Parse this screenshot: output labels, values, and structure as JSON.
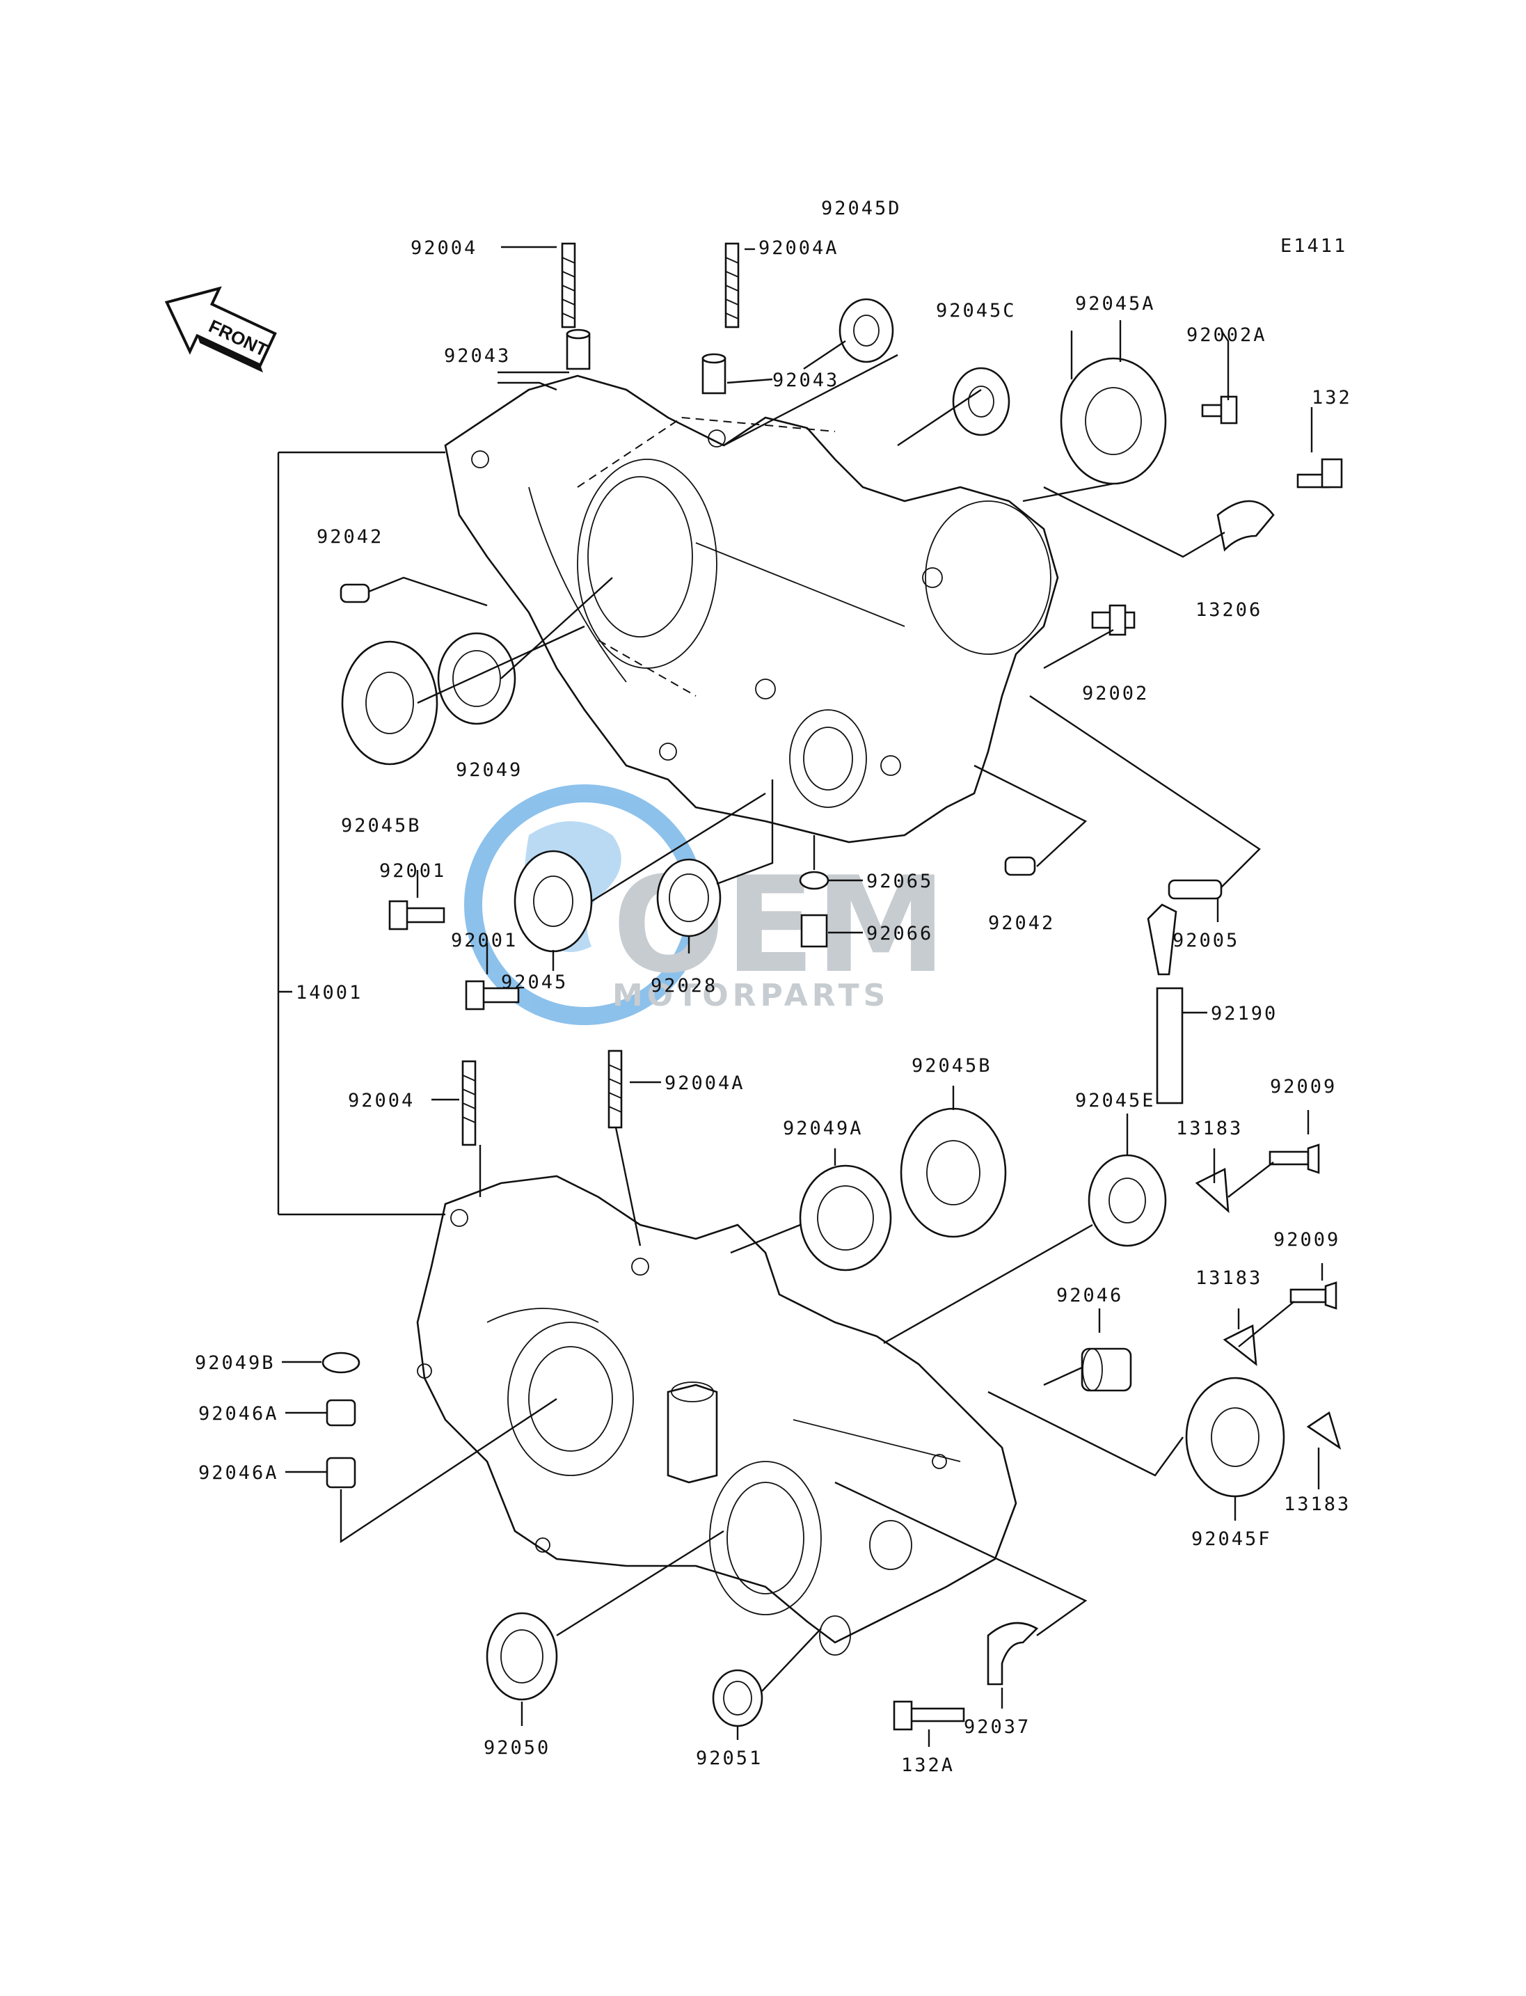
{
  "diagram_code": "E1411",
  "front_label": "FRONT",
  "watermark": {
    "brand": "OEM",
    "sub": "MOTORPARTS",
    "color": "#2f8fdc",
    "grey": "#9aa3ab"
  },
  "labels": {
    "p92004_top": "92004",
    "p92004A_top": "92004A",
    "p92045D": "92045D",
    "p92045C": "92045C",
    "p92045A": "92045A",
    "p92002A": "92002A",
    "p132": "132",
    "p92043_left": "92043",
    "p92043_right": "92043",
    "p92042_top": "92042",
    "p13206": "13206",
    "p92002": "92002",
    "p92045B_top": "92045B",
    "p92049": "92049",
    "p92001_a": "92001",
    "p92001_b": "92001",
    "p92045": "92045",
    "p92028": "92028",
    "p92065": "92065",
    "p92066": "92066",
    "p92042_mid": "92042",
    "p92005": "92005",
    "p92190": "92190",
    "p14001": "14001",
    "p92004_bot": "92004",
    "p92004A_bot": "92004A",
    "p92045B_bot": "92045B",
    "p92049A": "92049A",
    "p92045E": "92045E",
    "p13183_a": "13183",
    "p92009_a": "92009",
    "p92009_b": "92009",
    "p13183_b": "13183",
    "p92046": "92046",
    "p92049B": "92049B",
    "p92046A_a": "92046A",
    "p92046A_b": "92046A",
    "p13183_c": "13183",
    "p92045F": "92045F",
    "p92050": "92050",
    "p92051": "92051",
    "p132A": "132A",
    "p92037": "92037"
  }
}
